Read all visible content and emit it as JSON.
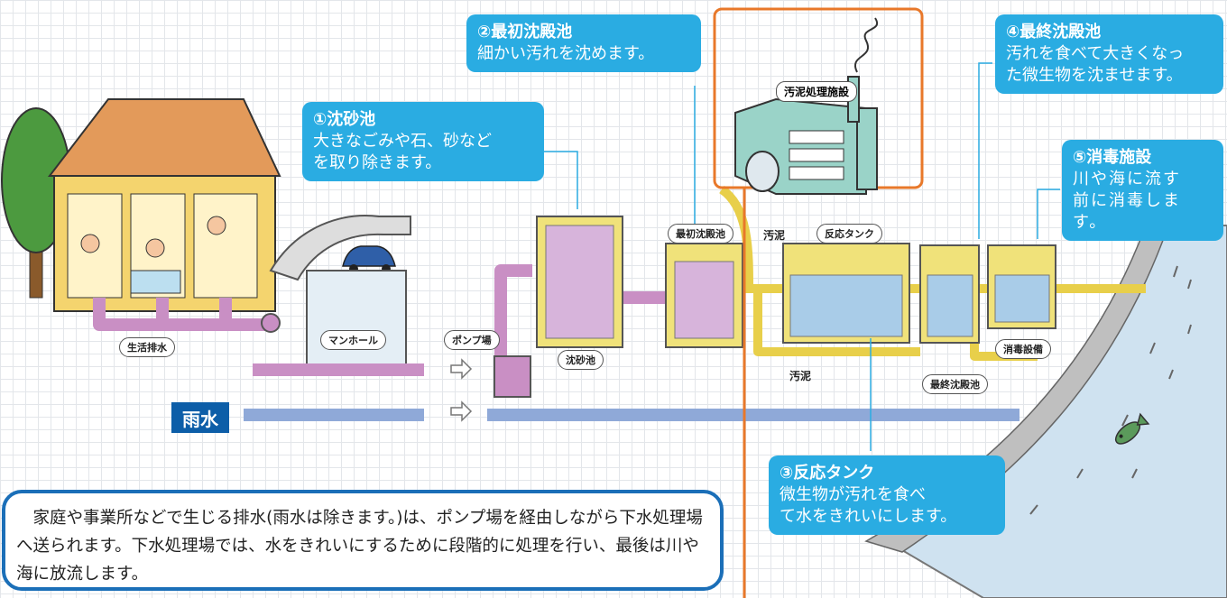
{
  "callouts": {
    "c1": {
      "title": "①沈砂池",
      "body": "大きなごみや石、砂など\nを取り除きます。"
    },
    "c2": {
      "title": "②最初沈殿池",
      "body": "細かい汚れを沈めます。"
    },
    "c3": {
      "title": "③反応タンク",
      "body": "微生物が汚れを食べ\nて水をきれいにします。"
    },
    "c4": {
      "title": "④最終沈殿池",
      "body": "汚れを食べて大きくなっ\nた微生物を沈ませます。"
    },
    "c5": {
      "title": "⑤消毒施設",
      "body": "川や海に流す\n前に消毒します。"
    }
  },
  "labels": {
    "household": "生活排水",
    "manhole": "マンホール",
    "pump": "ポンプ場",
    "grit": "沈砂池",
    "first_settling": "最初沈殿池",
    "sludge1": "汚泥",
    "reaction": "反応タンク",
    "sludge2": "汚泥",
    "final_settling": "最終沈殿池",
    "disinfection": "消毒設備",
    "sludge_facility": "汚泥処理施設"
  },
  "rain_label": "雨水",
  "description": "　家庭や事業所などで生じる排水(雨水は除きます。)は、ポンプ場を経由しながら下水処理場へ送られます。下水処理場では、水をきれいにするために段階的に処理を行い、最後は川や海に放流します。",
  "colors": {
    "wastewater_pipe": "#c98fc4",
    "rain_pipe": "#8fa9d8",
    "tank_yellow": "#f0e27a",
    "callout": "#2aace2",
    "highlight": "#e8782a",
    "rain_badge": "#0d5ea8"
  }
}
